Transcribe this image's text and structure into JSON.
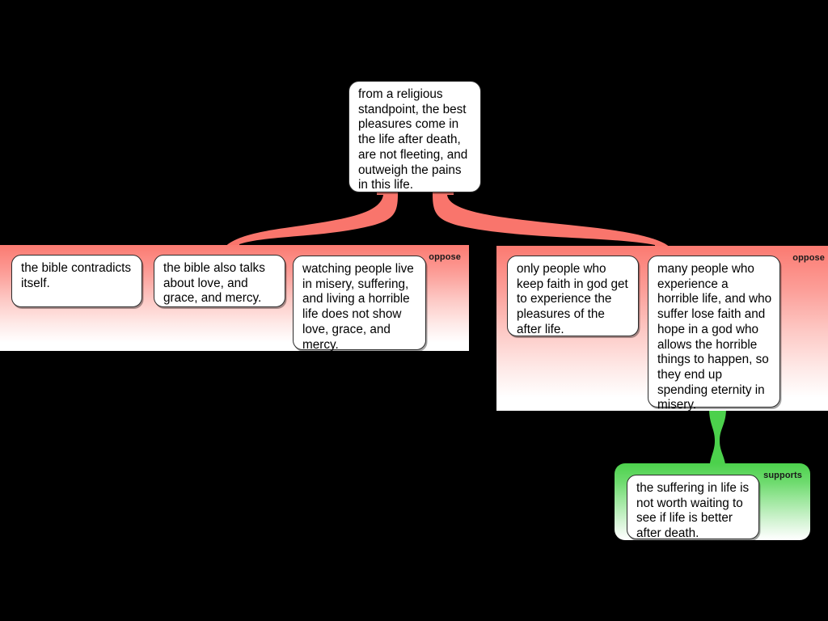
{
  "diagram": {
    "title": "argument-map",
    "background": "#000000",
    "colors": {
      "oppose": "#FB7A71",
      "supports": "#4CD14C",
      "box_fill": "#FFFFFF",
      "box_border": "#2B2B2B",
      "text": "#000000"
    }
  },
  "root": {
    "text": "from a religious standpoint, the best pleasures come in the life after death, are not fleeting, and outweigh the pains in this life."
  },
  "groups": [
    {
      "id": "left-oppose-group",
      "relation_label": "oppose",
      "claims": [
        {
          "id": "claim-bible-contradicts",
          "text": "the bible contradicts itself."
        },
        {
          "id": "claim-bible-love-grace",
          "text": "the bible also talks about love, and grace, and mercy."
        },
        {
          "id": "claim-misery-not-love",
          "text": "watching people live in misery, suffering, and living a horrible life does not show love, grace, and mercy."
        }
      ]
    },
    {
      "id": "right-oppose-group",
      "relation_label": "oppose",
      "claims": [
        {
          "id": "claim-only-faithful",
          "text": "only people who keep faith in god get to experience the pleasures of the after life."
        },
        {
          "id": "claim-suffer-lose-faith",
          "text": "many people who experience a horrible life, and who suffer lose faith and hope in a god who allows the horrible things to happen, so they end up spending eternity in misery."
        }
      ]
    },
    {
      "id": "supports-group",
      "relation_label": "supports",
      "claims": [
        {
          "id": "claim-suffering-not-worth",
          "text": "the suffering in life is not worth waiting to see if life is better after death."
        }
      ]
    }
  ]
}
